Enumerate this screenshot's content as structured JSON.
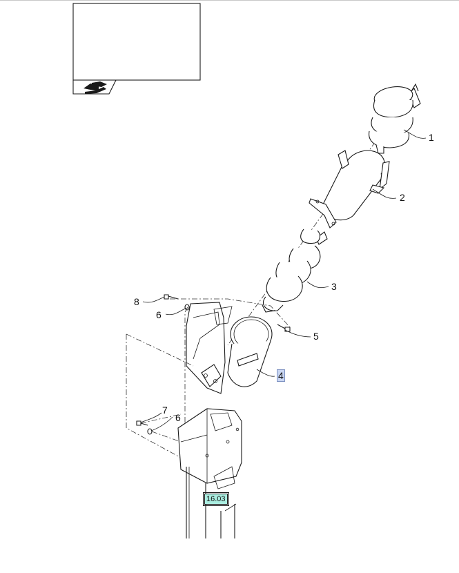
{
  "callouts": {
    "c1": "1",
    "c2": "2",
    "c3": "3",
    "c4": "4",
    "c5": "5",
    "c6a": "6",
    "c6b": "6",
    "c7": "7",
    "c8": "8"
  },
  "reference_link": {
    "label": "16.03"
  },
  "colors": {
    "line": "#1a1a1a",
    "callout_highlight": "#c9d6f2",
    "reference_highlight": "#a9ecdf"
  },
  "icons": {
    "thumbnail_icon": "book-hand-icon"
  }
}
